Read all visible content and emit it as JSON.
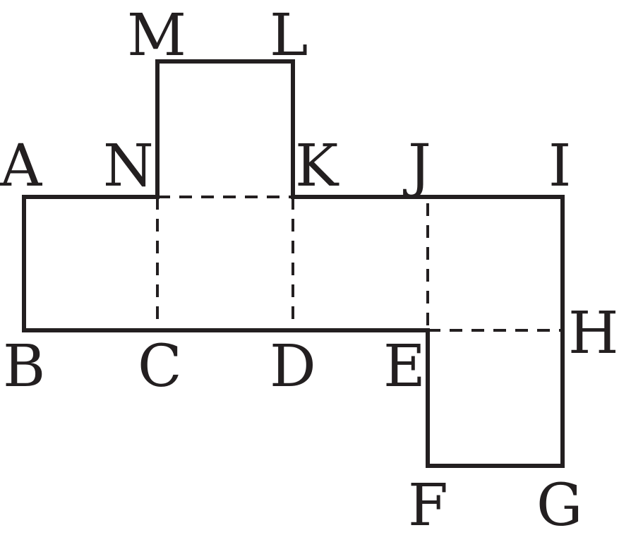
{
  "figure": {
    "stroke_color": "#231f20",
    "background": "#ffffff",
    "vertices": [
      {
        "id": "A",
        "label": "A"
      },
      {
        "id": "B",
        "label": "B"
      },
      {
        "id": "C",
        "label": "C"
      },
      {
        "id": "D",
        "label": "D"
      },
      {
        "id": "E",
        "label": "E"
      },
      {
        "id": "F",
        "label": "F"
      },
      {
        "id": "G",
        "label": "G"
      },
      {
        "id": "H",
        "label": "H"
      },
      {
        "id": "I",
        "label": "I"
      },
      {
        "id": "J",
        "label": "J"
      },
      {
        "id": "K",
        "label": "K"
      },
      {
        "id": "L",
        "label": "L"
      },
      {
        "id": "M",
        "label": "M"
      },
      {
        "id": "N",
        "label": "N"
      }
    ],
    "outline": [
      "A",
      "B",
      "E",
      "F",
      "G",
      "I",
      "K",
      "L",
      "M",
      "N",
      "A"
    ],
    "fold_lines": [
      [
        "N",
        "C"
      ],
      [
        "K",
        "D"
      ],
      [
        "N",
        "K"
      ],
      [
        "J",
        "E"
      ],
      [
        "E",
        "H"
      ]
    ]
  }
}
